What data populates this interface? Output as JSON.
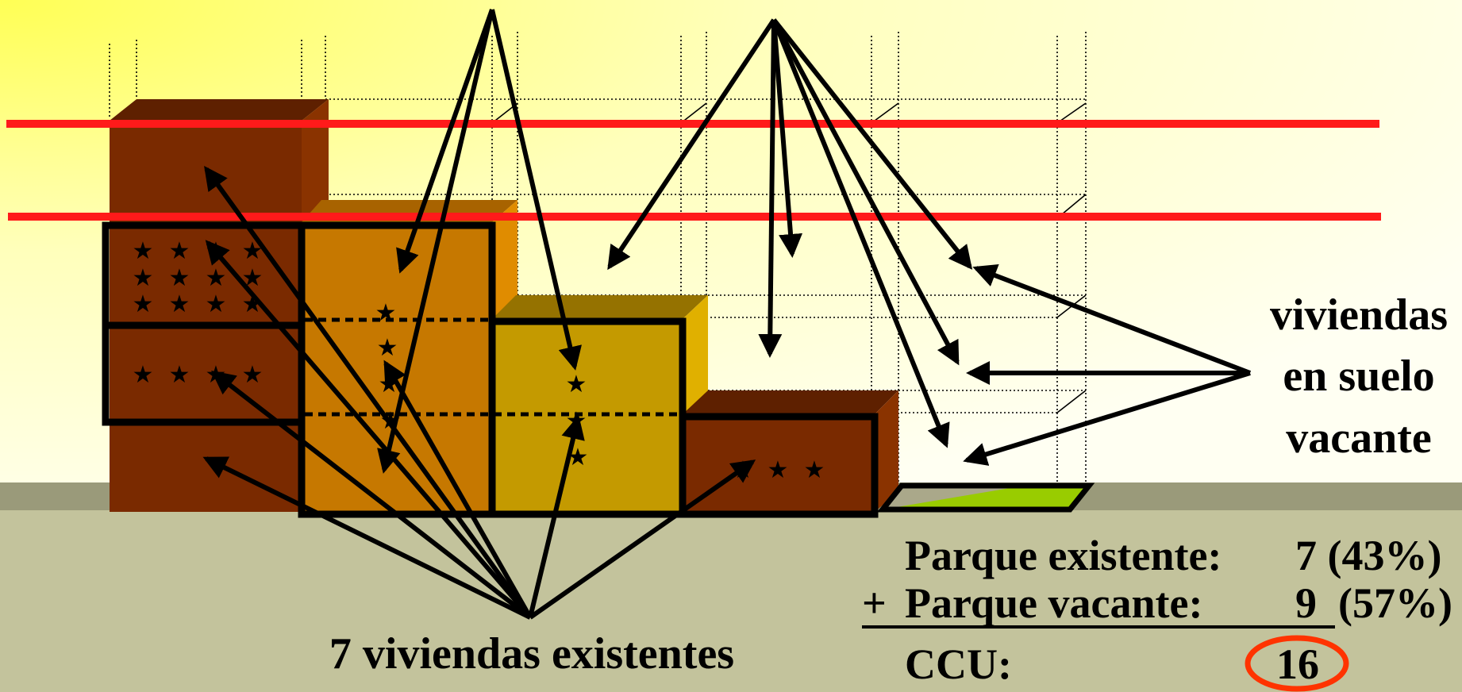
{
  "labels": {
    "existing": "7 viviendas existentes",
    "vacant_line1": "viviendas",
    "vacant_line2": "en suelo",
    "vacant_line3": "vacante"
  },
  "summary": {
    "row1_label": "Parque existente:",
    "row1_value": "7 (43%)",
    "row2_prefix": "+ ",
    "row2_label": "Parque vacante:",
    "row2_value": "9",
    "row2_pct": "(57%)",
    "row3_label": "CCU:",
    "row3_value": "16"
  },
  "colors": {
    "sky_top": "#ffff66",
    "sky_bottom": "#ffffee",
    "ground": "#c3c39c",
    "ground_band": "#9a9a7a",
    "block_dark": "#7a2a00",
    "block_orange": "#c67800",
    "block_gold": "#c49a00",
    "limit_line": "#ff1a1a",
    "vacant_plot": "#99cc00",
    "highlight_ellipse": "#ff3300"
  }
}
